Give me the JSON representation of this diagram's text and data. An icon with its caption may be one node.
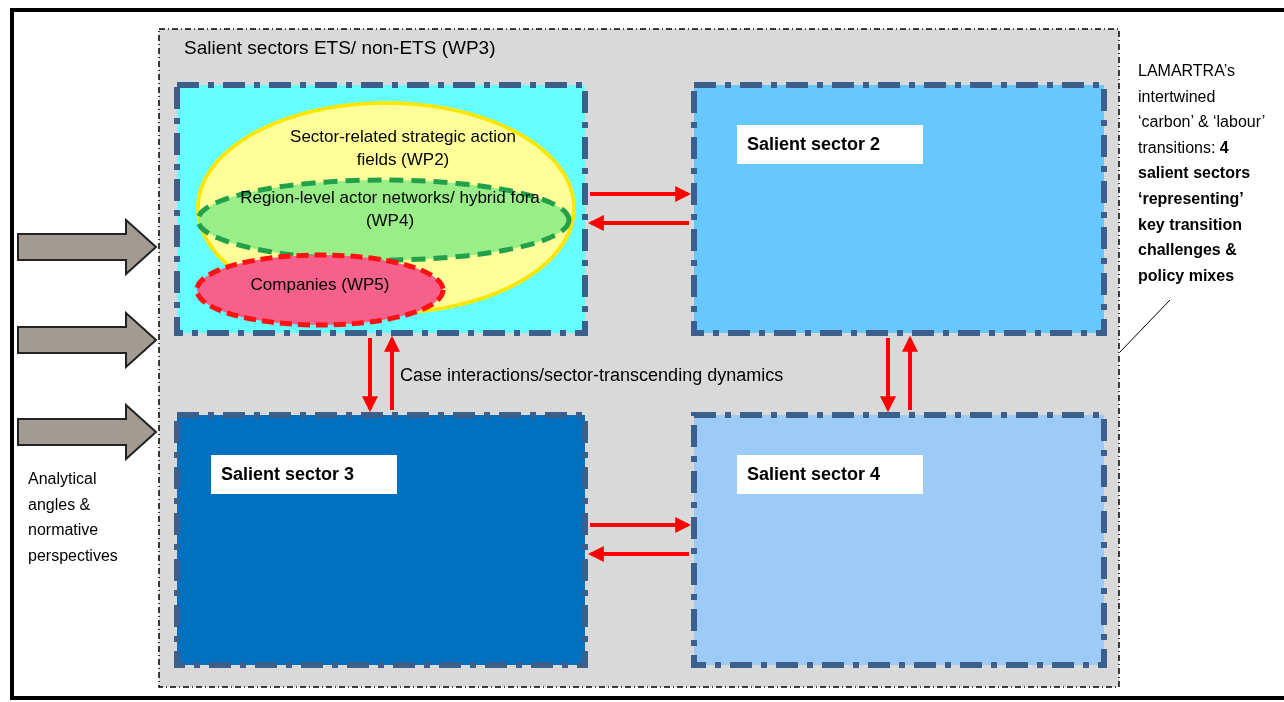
{
  "diagram": {
    "nodes": [
      {
        "text": [
          "Salient sectors ETS/ non-ETS (WP3)"
        ]
      },
      {
        "text": [],
        "shape": "box",
        "in": 0
      },
      {
        "text": [
          "Sector-related strategic action fields (WP2)"
        ],
        "in": 1
      },
      {
        "text": [
          "Region-level actor networks/ hybrid fora (WP4)"
        ],
        "in": 2
      },
      {
        "text": [
          "Companies (WP5)"
        ],
        "in": 1
      },
      {
        "text": [
          "Salient sector 2"
        ],
        "in": 0
      },
      {
        "text": [
          "Salient sector 3"
        ],
        "in": 0
      },
      {
        "text": [
          "Salient sector 4"
        ],
        "in": 0
      },
      {
        "text": [
          "LAMARTRA’s intertwined ‘carbon’  & ‘labour’ transitions: **4 salient sectors ‘representing’ key transition challenges & policy mixes**"
        ]
      }
    ],
    "edges": [
      {
        "from": 1,
        "to": 5,
        "arrow": "to"
      },
      {
        "from": 5,
        "to": 1,
        "arrow": "to"
      },
      {
        "from": 6,
        "to": 7,
        "arrow": "to"
      },
      {
        "from": 7,
        "to": 6,
        "arrow": "to"
      },
      {
        "from": 1,
        "to": 6,
        "arrow": "to"
      },
      {
        "from": 6,
        "to": 1,
        "arrow": "to"
      },
      {
        "from": 5,
        "to": 7,
        "arrow": "to"
      },
      {
        "from": 7,
        "to": 5,
        "arrow": "to"
      },
      {
        "from": null,
        "to": 0,
        "arrow": "to",
        "style": "thick",
        "color": "#a29b93"
      },
      {
        "from": null,
        "to": 0,
        "arrow": "to",
        "style": "thick",
        "color": "#a29b93"
      },
      {
        "from": null,
        "to": 0,
        "arrow": "to",
        "style": "thick",
        "color": "#a29b93"
      },
      {
        "from": 8,
        "to": 0,
        "arrow": "none",
        "color": "#000000"
      }
    ],
    "labels": [
      "Case interactions/sector-transcending dynamics",
      "Analytical angles & normative perspectives"
    ]
  }
}
